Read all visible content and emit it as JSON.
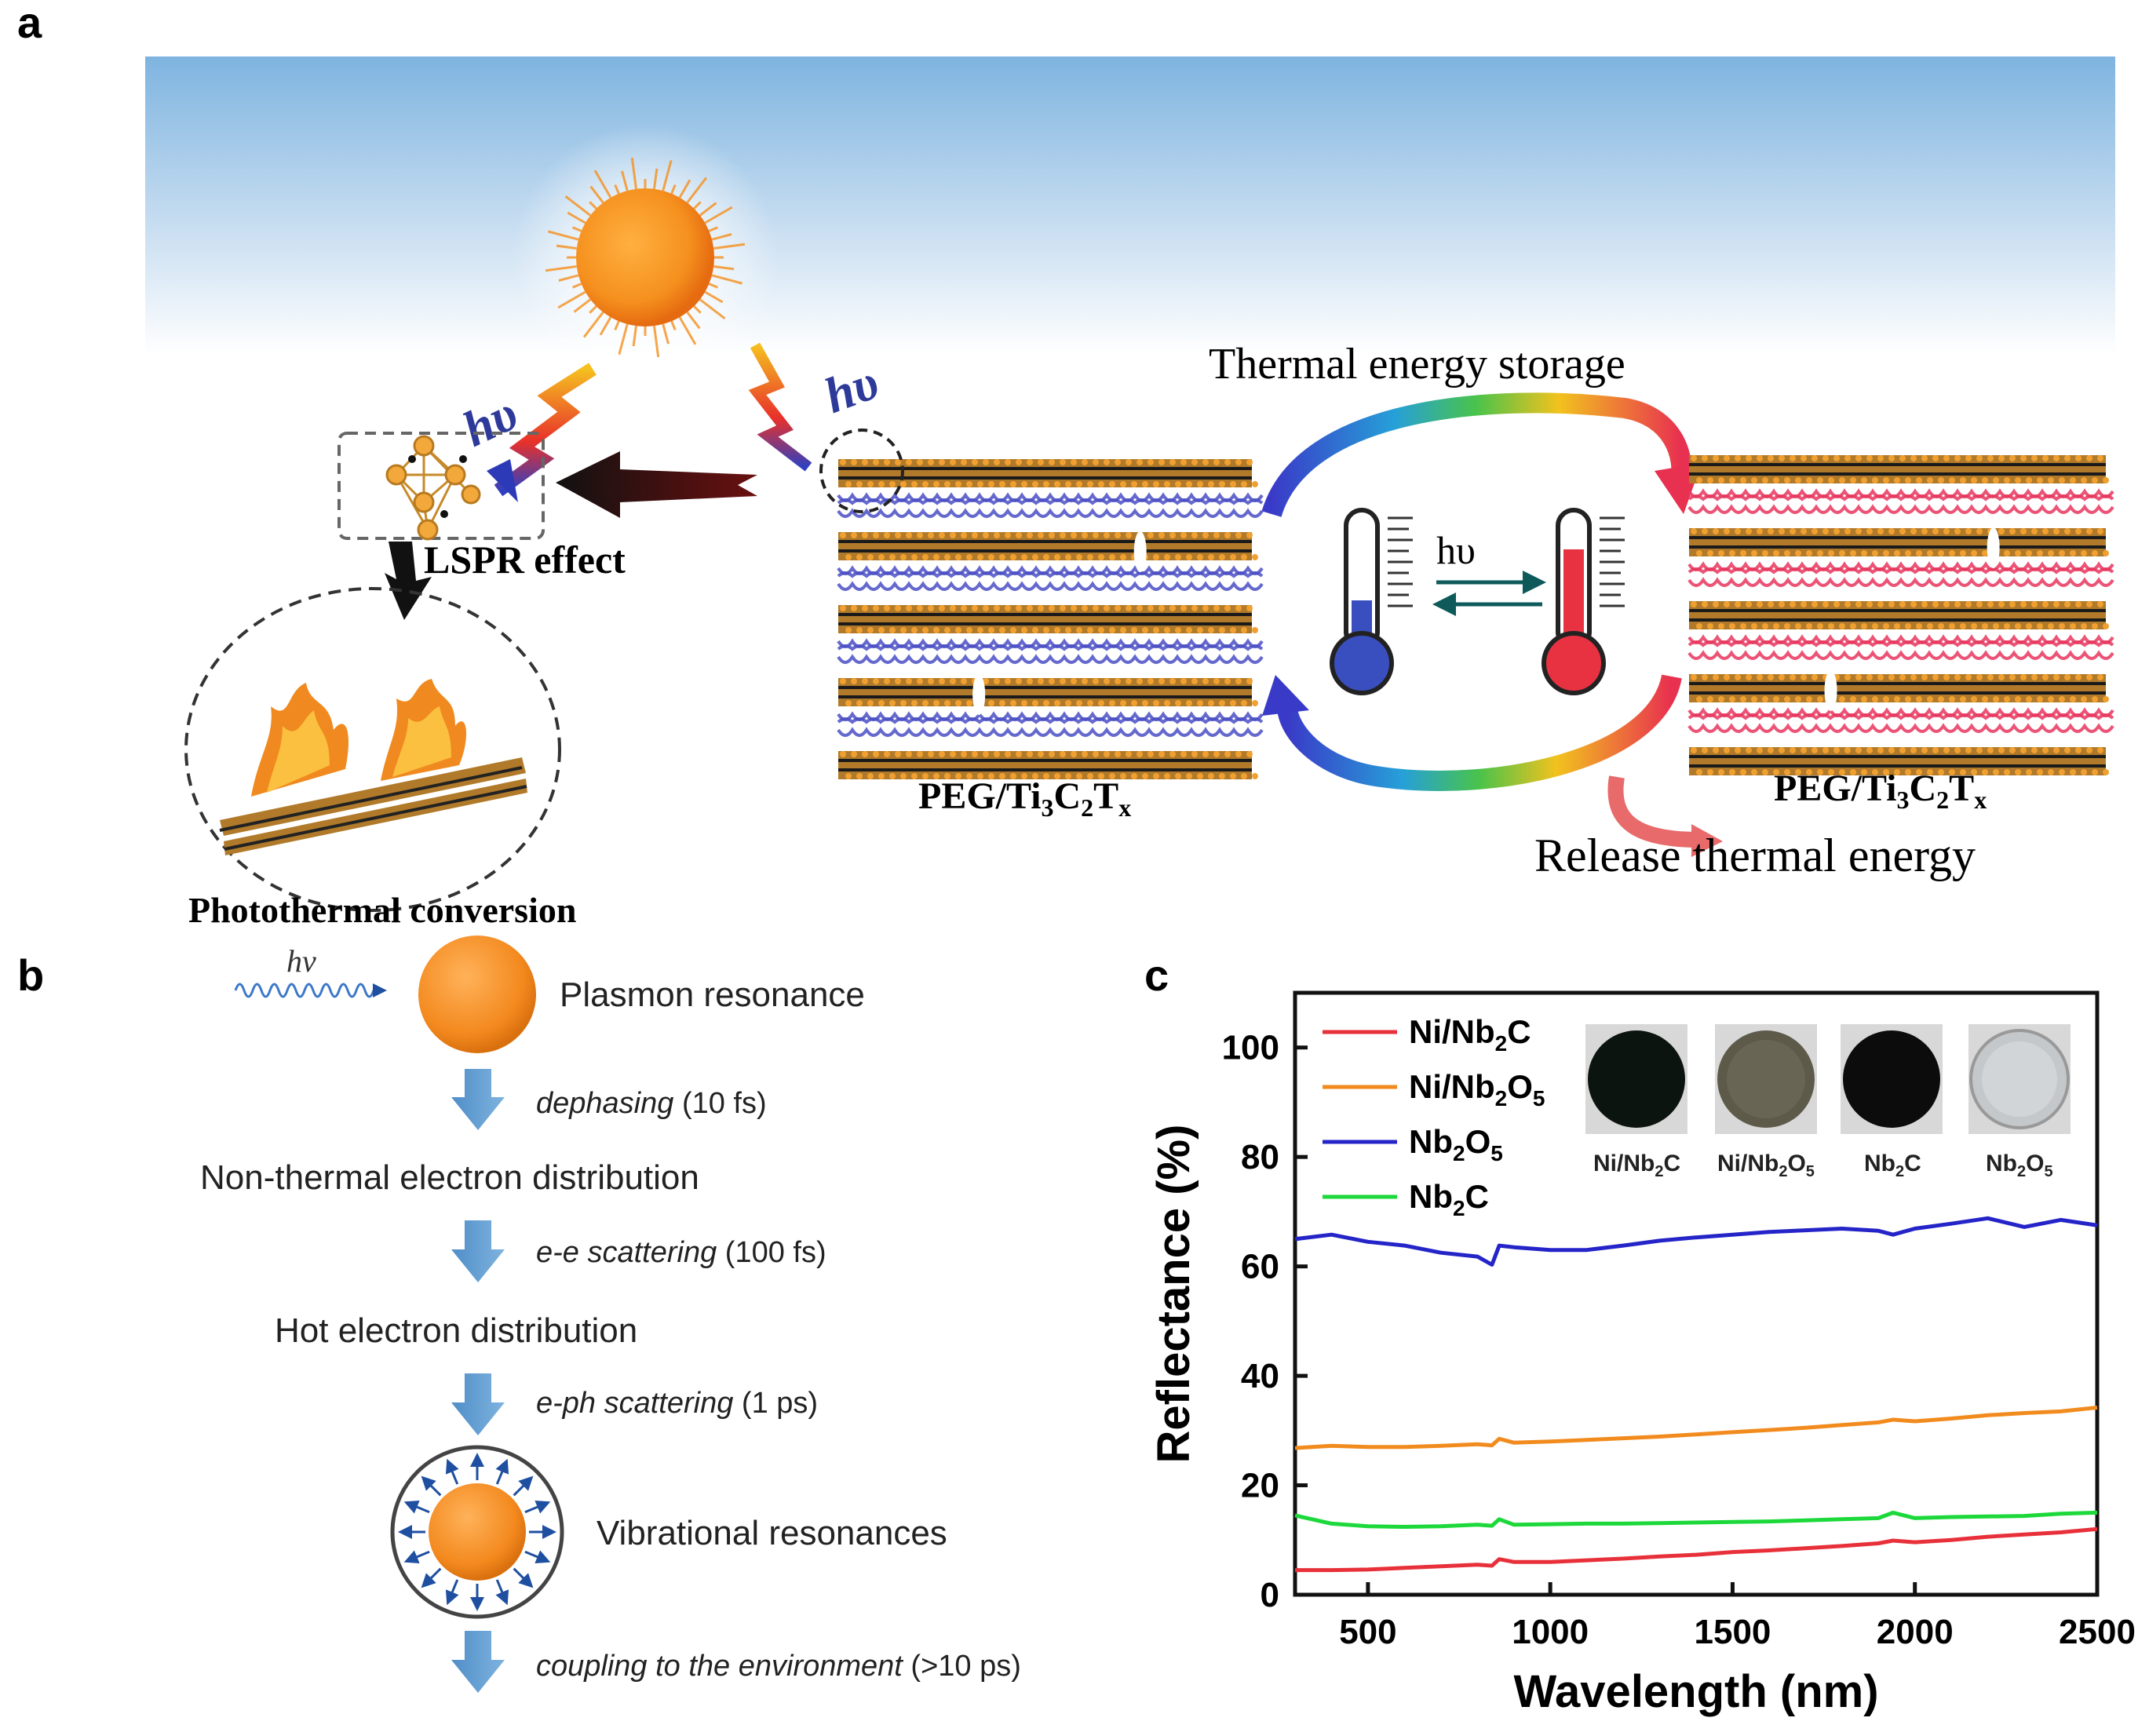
{
  "panel_a": {
    "label": "a",
    "hv_left": "hυ",
    "hv_right": "hυ",
    "lspr": "LSPR effect",
    "photothermal": "Photothermal conversion",
    "storage": "Thermal energy storage",
    "thermo_hv": "hυ",
    "peg_left": {
      "base": "PEG/Ti",
      "s1": "3",
      "m1": "C",
      "s2": "2",
      "m2": "T",
      "s3": "x"
    },
    "peg_right": {
      "base": "PEG/Ti",
      "s1": "3",
      "m1": "C",
      "s2": "2",
      "m2": "T",
      "s3": "x"
    },
    "release": "Release thermal energy",
    "colors": {
      "sun": "#f5901e",
      "polymer_cold": "#4a4fc4",
      "polymer_hot": "#e8365e",
      "layer": "#b07a2a"
    }
  },
  "panel_b": {
    "label": "b",
    "hv": "hν",
    "step1": "Plasmon resonance",
    "arrow1_italic": "dephasing",
    "arrow1_time": " (10 fs)",
    "step2": "Non-thermal electron distribution",
    "arrow2_italic": "e-e scattering",
    "arrow2_time": " (100 fs)",
    "step3": "Hot electron distribution",
    "arrow3_italic": "e-ph scattering",
    "arrow3_time": " (1 ps)",
    "step4": "Vibrational resonances",
    "arrow4_italic": "coupling to the environment",
    "arrow4_time": " (>10 ps)"
  },
  "panel_c": {
    "label": "c",
    "inset_labels": [
      {
        "base": "Ni/Nb",
        "sub": "2",
        "tail": "C"
      },
      {
        "base": "Ni/Nb",
        "sub": "2",
        "tail": "O",
        "sub2": "5"
      },
      {
        "base": "Nb",
        "sub": "2",
        "tail": "C"
      },
      {
        "base": "Nb",
        "sub": "2",
        "tail": "O",
        "sub2": "5"
      }
    ]
  },
  "chart_data": {
    "type": "line",
    "xlabel": "Wavelength (nm)",
    "ylabel": "Reflectance (%)",
    "xlim": [
      300,
      2500
    ],
    "ylim": [
      0,
      110
    ],
    "xticks": [
      "500",
      "1000",
      "1500",
      "2000",
      "2500"
    ],
    "yticks": [
      "0",
      "20",
      "40",
      "60",
      "80",
      "100"
    ],
    "legend_placement": "top-left",
    "x": [
      300,
      400,
      500,
      600,
      700,
      800,
      840,
      860,
      900,
      1000,
      1100,
      1200,
      1300,
      1400,
      1500,
      1600,
      1700,
      1800,
      1900,
      1940,
      2000,
      2100,
      2200,
      2300,
      2400,
      2500
    ],
    "series": [
      {
        "name": "Ni/Nb2C",
        "label_base": "Ni/Nb",
        "label_sub": "2",
        "label_tail": "C",
        "color": "#e8303a",
        "values": [
          4.5,
          4.5,
          4.6,
          4.9,
          5.2,
          5.5,
          5.3,
          6.5,
          6.0,
          6.0,
          6.3,
          6.6,
          7.0,
          7.3,
          7.8,
          8.1,
          8.5,
          8.9,
          9.4,
          9.9,
          9.6,
          10.0,
          10.6,
          11.0,
          11.4,
          12.0
        ]
      },
      {
        "name": "Ni/Nb2O5",
        "label_base": "Ni/Nb",
        "label_sub": "2",
        "label_tail": "O",
        "label_sub2": "5",
        "color": "#f28b1e",
        "values": [
          26.8,
          27.2,
          27.0,
          27.0,
          27.2,
          27.5,
          27.3,
          28.5,
          27.8,
          28.0,
          28.3,
          28.6,
          28.9,
          29.3,
          29.7,
          30.1,
          30.5,
          31.0,
          31.5,
          32.0,
          31.7,
          32.2,
          32.8,
          33.2,
          33.5,
          34.2
        ]
      },
      {
        "name": "Nb2O5",
        "label_base": "Nb",
        "label_sub": "2",
        "label_tail": "O",
        "label_sub2": "5",
        "color": "#2424c8",
        "values": [
          65.0,
          65.8,
          64.5,
          63.8,
          62.5,
          61.8,
          60.3,
          63.8,
          63.5,
          63.0,
          63.0,
          63.8,
          64.7,
          65.3,
          65.8,
          66.3,
          66.6,
          66.9,
          66.5,
          65.8,
          66.9,
          67.8,
          68.8,
          67.2,
          68.5,
          67.5
        ]
      },
      {
        "name": "Nb2C",
        "label_base": "Nb",
        "label_sub": "2",
        "label_tail": "C",
        "color": "#1cd83a",
        "values": [
          14.5,
          13.0,
          12.5,
          12.4,
          12.5,
          12.8,
          12.6,
          13.8,
          12.8,
          12.9,
          13.0,
          13.0,
          13.1,
          13.2,
          13.3,
          13.4,
          13.6,
          13.8,
          14.0,
          15.0,
          14.0,
          14.2,
          14.3,
          14.4,
          14.8,
          15.0
        ]
      }
    ]
  }
}
